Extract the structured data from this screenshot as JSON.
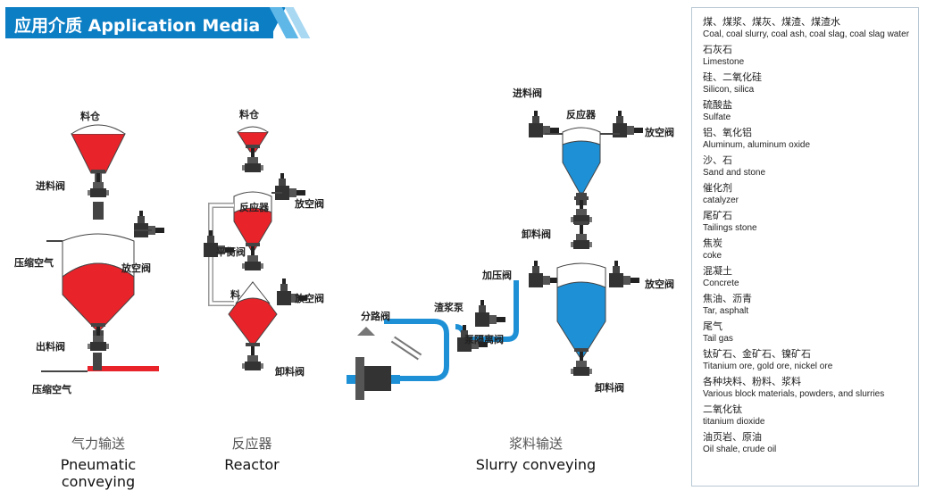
{
  "header": {
    "title": "应用介质 Application Media"
  },
  "colors": {
    "header_blue": "#0c7ec4",
    "material_red": "#e8232a",
    "slurry_blue": "#1e90d6"
  },
  "diagram_labels": {
    "pneumatic": {
      "hopper": "料仓",
      "inlet_valve": "进料阀",
      "compressed_air_left": "压缩空气",
      "vent_valve": "放空阀",
      "outlet_valve": "出料阀",
      "compressed_air_bottom": "压缩空气"
    },
    "reactor": {
      "hopper": "料仓",
      "reactor": "反应器",
      "vent_valve_top": "放空阀",
      "balance_valve": "平衡阀",
      "vent_valve_bottom": "放空阀",
      "discharge_valve": "卸料阀",
      "side_label": "料"
    },
    "slurry": {
      "inlet_valve": "进料阀",
      "reactor": "反应器",
      "vent_valve_top": "放空阀",
      "discharge_valve_mid": "卸料阀",
      "pressure_valve": "加压阀",
      "vent_valve_bottom": "放空阀",
      "slurry_pump": "渣浆泵",
      "pump_isolation_valve": "泵隔离阀",
      "diverter_valve": "分路阀",
      "discharge_valve_bottom": "卸料阀"
    }
  },
  "captions": [
    {
      "zh": "气力输送",
      "en": "Pneumatic conveying"
    },
    {
      "zh": "反应器",
      "en": "Reactor"
    },
    {
      "zh": "浆料输送",
      "en": "Slurry conveying"
    }
  ],
  "media": [
    {
      "zh": "煤、煤浆、煤灰、煤渣、煤渣水",
      "en": "Coal, coal slurry, coal ash, coal slag, coal slag water"
    },
    {
      "zh": "石灰石",
      "en": "Limestone"
    },
    {
      "zh": "硅、二氧化硅",
      "en": "Silicon, silica"
    },
    {
      "zh": "硫酸盐",
      "en": "Sulfate"
    },
    {
      "zh": "铝、氧化铝",
      "en": "Aluminum, aluminum oxide"
    },
    {
      "zh": "沙、石",
      "en": "Sand and stone"
    },
    {
      "zh": "催化剂",
      "en": "catalyzer"
    },
    {
      "zh": "尾矿石",
      "en": "Tailings stone"
    },
    {
      "zh": "焦炭",
      "en": "coke"
    },
    {
      "zh": "混凝土",
      "en": "Concrete"
    },
    {
      "zh": "焦油、沥青",
      "en": "Tar, asphalt"
    },
    {
      "zh": "尾气",
      "en": "Tail gas"
    },
    {
      "zh": "钛矿石、金矿石、镍矿石",
      "en": "Titanium ore, gold ore, nickel ore"
    },
    {
      "zh": "各种块料、粉料、浆料",
      "en": "Various block materials, powders, and slurries"
    },
    {
      "zh": "二氧化钛",
      "en": "titanium dioxide"
    },
    {
      "zh": "油页岩、原油",
      "en": "Oil shale, crude oil"
    }
  ]
}
